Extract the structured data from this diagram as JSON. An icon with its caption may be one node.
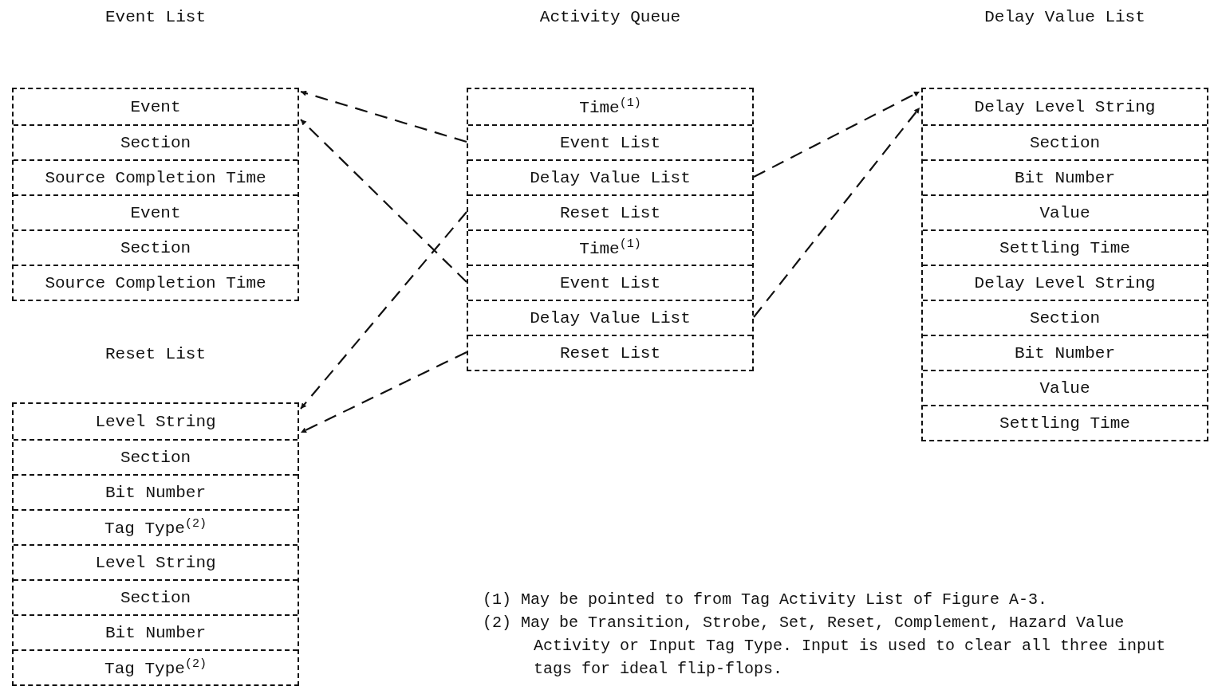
{
  "diagram": {
    "nodes": [
      {
        "text": [
          "Event List"
        ]
      },
      {
        "text": [
          "Event"
        ],
        "in": 0
      },
      {
        "text": [
          "Section"
        ],
        "in": 0
      },
      {
        "text": [
          "Source Completion Time"
        ],
        "in": 0
      },
      {
        "text": [
          "Event"
        ],
        "in": 0
      },
      {
        "text": [
          "Section"
        ],
        "in": 0
      },
      {
        "text": [
          "Source Completion Time"
        ],
        "in": 0
      },
      {
        "text": [
          "Activity Queue"
        ]
      },
      {
        "text": [
          "Time$^{(1)}$"
        ],
        "in": 7
      },
      {
        "text": [
          "Event List"
        ],
        "in": 7
      },
      {
        "text": [
          "Delay Value List"
        ],
        "in": 7
      },
      {
        "text": [
          "Reset List"
        ],
        "in": 7
      },
      {
        "text": [
          "Time$^{(1)}$"
        ],
        "in": 7
      },
      {
        "text": [
          "Event List"
        ],
        "in": 7
      },
      {
        "text": [
          "Delay Value List"
        ],
        "in": 7
      },
      {
        "text": [
          "Reset List"
        ],
        "in": 7
      },
      {
        "text": [
          "Delay Value List"
        ]
      },
      {
        "text": [
          "Delay Level String"
        ],
        "in": 16
      },
      {
        "text": [
          "Section"
        ],
        "in": 16
      },
      {
        "text": [
          "Bit Number"
        ],
        "in": 16
      },
      {
        "text": [
          "Value"
        ],
        "in": 16
      },
      {
        "text": [
          "Settling Time"
        ],
        "in": 16
      },
      {
        "text": [
          "Delay Level String"
        ],
        "in": 16
      },
      {
        "text": [
          "Section"
        ],
        "in": 16
      },
      {
        "text": [
          "Bit Number"
        ],
        "in": 16
      },
      {
        "text": [
          "Value"
        ],
        "in": 16
      },
      {
        "text": [
          "Settling Time"
        ],
        "in": 16
      },
      {
        "text": [
          "Reset List"
        ]
      },
      {
        "text": [
          "Level String"
        ],
        "in": 27
      },
      {
        "text": [
          "Section"
        ],
        "in": 27
      },
      {
        "text": [
          "Bit Number"
        ],
        "in": 27
      },
      {
        "text": [
          "Tag Type$^{(2)}$"
        ],
        "in": 27
      },
      {
        "text": [
          "Level String"
        ],
        "in": 27
      },
      {
        "text": [
          "Section"
        ],
        "in": 27
      },
      {
        "text": [
          "Bit Number"
        ],
        "in": 27
      },
      {
        "text": [
          "Tag Type$^{(2)}$"
        ],
        "in": 27
      }
    ],
    "edges": [
      {
        "from": 9,
        "to": 0,
        "arrow": "to"
      },
      {
        "from": 10,
        "to": 16,
        "arrow": "to"
      },
      {
        "from": 11,
        "to": 27,
        "arrow": "to"
      },
      {
        "from": 13,
        "to": 0,
        "arrow": "to"
      },
      {
        "from": 14,
        "to": 16,
        "arrow": "to"
      },
      {
        "from": 15,
        "to": 27,
        "arrow": "to"
      }
    ],
    "labels": [
      "(1) May be pointed to from Tag Activity List of Figure A-3.",
      "(2) May be Transition, Strobe, Set, Reset, Complement, Hazard Value Activity or Input Tag Type.  Input is used to clear all three input tags for ideal flip-flops."
    ]
  }
}
